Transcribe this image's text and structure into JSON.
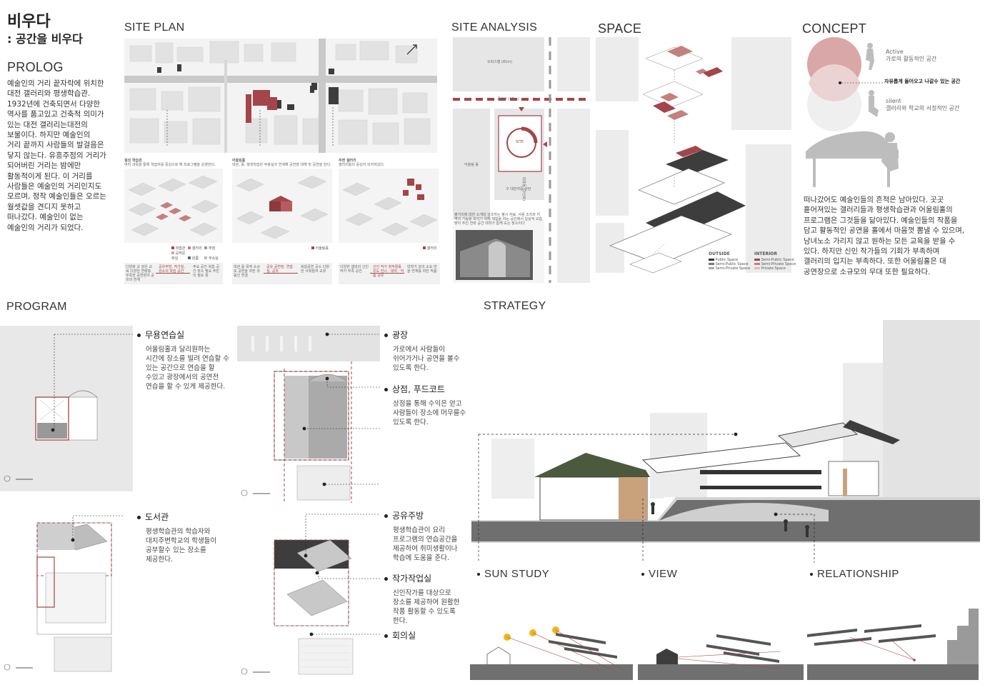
{
  "header": {
    "title": "비우다",
    "subtitle": ": 공간을 비우다"
  },
  "prolog": {
    "heading": "PROLOG",
    "lines": [
      "예술인의 거리 끝자락에 위치한",
      "대전 갤러리와 평생학습관.",
      "1932년에 건축되면서 다양한",
      "역사를 품고있고 건축적 의미가",
      "있는 대전 갤러리는대전의",
      "보물이다. 하지만  예술인의",
      "거리 끝까지 사람들의 발걸음은",
      "닿지 않는다. 유흥주점의 거리가",
      "되어버린 거리는 밤에만",
      "활동적이게 된다. 이 거리를",
      "사람들은 예술인의 거리인지도",
      "모르며, 정작 예술인들은 오르는",
      "월셋값을 견디지 못하고",
      "떠나갔다. 예술인이 없는",
      "예술인의 거리가 되었다."
    ]
  },
  "sections": {
    "site_plan": "SITE PLAN",
    "site_analysis": "SITE ANALYSIS",
    "space": "SPACE",
    "concept": "CONCEPT",
    "program": "PROGRAM",
    "strategy": "STRATEGY"
  },
  "site_plan": {
    "captions": [
      {
        "title": "갤성 학습관",
        "text": "여러 과목을 통해 학습자를 중심으로 해 프로그램을 운영한다."
      },
      {
        "title": "어울림홀",
        "text": "대관, 홀, 행생학습단 무용실과 연계해 공연장 대해 및 공연을 한다."
      },
      {
        "title": "주변 갤러리",
        "text": "갤러리들의 중심지 되어져있다."
      }
    ],
    "legends": [
      [
        "학습관",
        "갤러리",
        "주점",
        "공작문화실",
        "원룸",
        "부속실"
      ],
      [
        "어울림홀"
      ],
      [
        "갤러리"
      ]
    ],
    "flow": [
      [
        "다양화 교 갖은 교육 다양한 연령층 부족한 공연장의 공유의 연계",
        "공유주방, 작가실, 강소의 학습 공간",
        "주요 공간 복합 공간 장소 필요 주민의 필요 창"
      ],
      [
        "대관 홀 목적 소규모 공연을 위한 유동인 연결",
        "공유 공연장, 연습실, 공유",
        "복합공연 공소 다양한 사회참여 교류"
      ],
      [
        "다양한 갤러리 신인 작가 부족 공간",
        "신인 작가 창작활동 유도 전시 · 대여 · 작품 공유",
        "대학가 강의 소요 마을 연계를 위한 작품"
      ]
    ]
  },
  "site_analysis": {
    "labels": {
      "top": "오피스텔 (81m)",
      "street": "중교로 (18m)",
      "site": "SITE",
      "left": "어울림 홀",
      "bottom": "구 대전여중 강당",
      "vertical": "대흥동 (다산로)"
    },
    "desc": "평가리에 대한 소개와 강조하는 평시 자료. 사람 조치와 지역의 기능을 보이기 위해 체험을 하는 공간에서 일상적 모습 맞아 추진 전략 공간 대학가 함께 도는 장소이다"
  },
  "space": {
    "legend": {
      "outside_title": "OUTSIDE",
      "interior_title": "INTERIOR",
      "outside": [
        "Public Space",
        "Semi-Public Space",
        "Semi-Private Space"
      ],
      "interior": [
        "Semi-Public Space",
        "Semi-Private Space",
        "Private Space"
      ]
    }
  },
  "concept": {
    "active_title": "Active",
    "active_desc": "가로의 활동적인 공간",
    "middle": "자유롭게 들어오고 나갈수 있는 공간",
    "silent_title": "silent",
    "silent_desc": "갤러리와 학교의 서정적인 공간",
    "lines": [
      "떠나갔어도 예술인들의 흔적은 남아있다. 곳곳",
      "흩어져있는 갤러리들과 평생학습관과 어울림홀의",
      "프로그램은 그것들을 닮아있다. 예술인들의 작품을",
      "담고 활동적인 공연을 홀에서 마음껏 뽐낼 수 있으며,",
      "남녀노소 가리지 않고 원하는 모든 교육을 받을 수",
      "있다. 하지만 신인 작가들의 기회가 부족하며",
      "갤러리의 입지는 부족하다. 또한 어울림홀은 대",
      "공연장으로 소규모의 무대 또한 필요하다."
    ]
  },
  "program": [
    {
      "title": "무용연습실",
      "lines": [
        "어울림홀과 달리원하는",
        "시간에 장소를 빌려 연습할 수",
        "있는 공간으로 연습을 할",
        "수있고 광장에서의 공연전",
        "연습을 할 수 있게 제공한다."
      ]
    },
    {
      "title": "광장",
      "lines": [
        "가로에서 사람들이",
        "쉬어가거나 공연을 볼수",
        "있도록 한다."
      ]
    },
    {
      "title": "상점, 푸드코트",
      "lines": [
        "상점을 통해 수익은 얻고",
        "사람들이 장소에 머무를수",
        "있도록  한다."
      ]
    },
    {
      "title": "도서관",
      "lines": [
        "평생학습관의 학습자와",
        "대지주변학교의 학생들이",
        "공부할수 있는 장소를",
        "제공한다."
      ]
    },
    {
      "title": "공유주방",
      "lines": [
        "평생학습관이 요리",
        "프로그램의 연습공간을",
        "제공하여 취미생활이나",
        "학습에 도움을 준다."
      ]
    },
    {
      "title": "작가작업실",
      "lines": [
        "신인작가를 대상으로",
        "장소를 제공하여 원활한",
        "작품 활동할 수 있도록",
        "한다."
      ]
    },
    {
      "title": "회의실",
      "lines": []
    }
  ],
  "strategy": {
    "labels": [
      "SUN STUDY",
      "VIEW",
      "RELATIONSHIP"
    ]
  },
  "colors": {
    "accent": "#a3454a",
    "accent_light": "#d9a7a7",
    "grey": "#dcdcdc",
    "dark": "#3d3d3d",
    "roof_green": "#4b5a3d",
    "sun": "#f2b51c"
  }
}
